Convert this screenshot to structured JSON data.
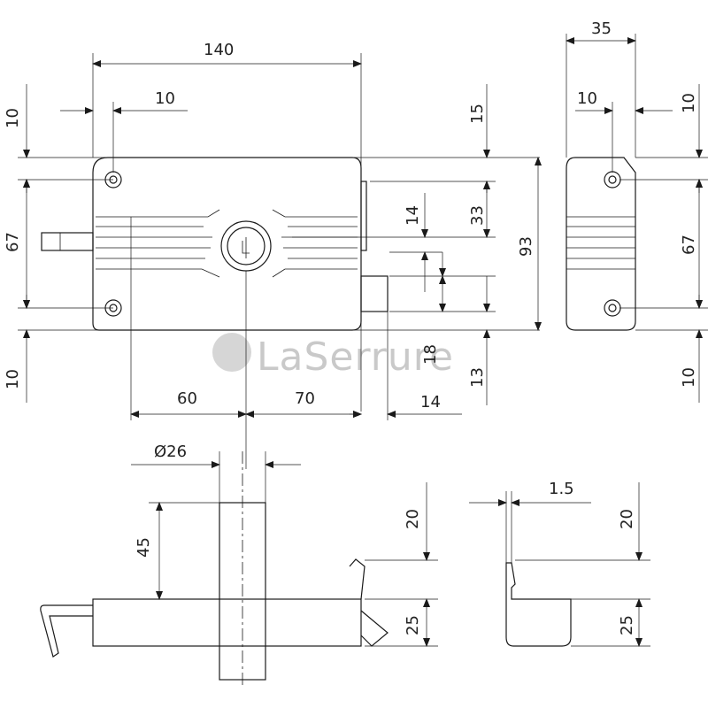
{
  "watermark": {
    "brand": "LaSerrure"
  },
  "front_view": {
    "overall_width": "140",
    "hole_from_edge": "10",
    "top_offset": "10",
    "hole_spacing": "67",
    "bottom_offset": "10",
    "cylinder_from_hole": "60",
    "cylinder_to_edge": "70",
    "bolt_projection": "14",
    "top_to_cylinder": "15",
    "cylinder_height": "33",
    "keyway_height": "14",
    "bolt_height": "18",
    "bolt_to_bottom": "13",
    "total_height": "93"
  },
  "side_view": {
    "depth": "35",
    "hole_from_edge": "10",
    "top_offset": "10",
    "hole_spacing": "67",
    "bottom_offset": "10"
  },
  "bottom_view": {
    "cylinder_diameter": "Ø26",
    "cylinder_projection": "45",
    "strike_height": "20",
    "body_height": "25"
  },
  "strike_view": {
    "thickness": "1.5",
    "height": "20",
    "body_height": "25"
  }
}
